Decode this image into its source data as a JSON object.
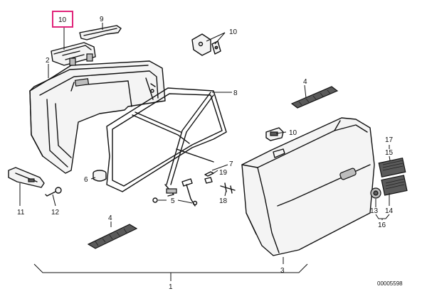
{
  "diagram": {
    "diagram_id": "00005598",
    "highlighted_callout": "10",
    "colors": {
      "highlight": "#e0247a",
      "line": "#111111",
      "part_fill": "#f4f4f4"
    },
    "callouts": {
      "c10_top": "10",
      "c9": "9",
      "c10_right": "10",
      "c2": "2",
      "c8": "8",
      "c4_right": "4",
      "c10_mid": "10",
      "c17": "17",
      "c15": "15",
      "c7": "7",
      "c19": "19",
      "c6": "6",
      "c5": "5",
      "c18": "18",
      "c13": "13",
      "c14": "14",
      "c16": "16",
      "c11": "11",
      "c12": "12",
      "c4_left": "4",
      "c3": "3",
      "c1": "1"
    }
  }
}
